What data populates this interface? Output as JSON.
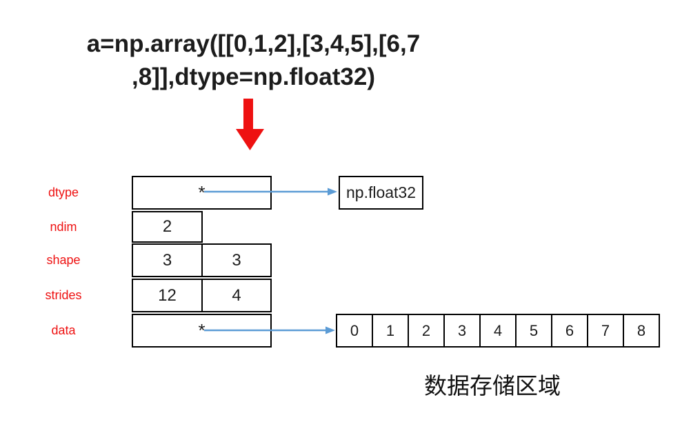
{
  "title": {
    "line1": "a=np.array([[0,1,2],[3,4,5],[6,7",
    "line2": ",8]],dtype=np.float32)"
  },
  "attributes": [
    "dtype",
    "ndim",
    "shape",
    "strides",
    "data"
  ],
  "ndarray_struct": {
    "dtype_pointer": "*",
    "ndim": "2",
    "shape": [
      "3",
      "3"
    ],
    "strides": [
      "12",
      "4"
    ],
    "data_pointer": "*"
  },
  "dtype_target": {
    "label": "np.float32"
  },
  "memory": {
    "cells": [
      "0",
      "1",
      "2",
      "3",
      "4",
      "5",
      "6",
      "7",
      "8"
    ],
    "caption": "数据存储区域"
  },
  "colors": {
    "label_red": "#ee1111",
    "arrow_red": "#ee1111",
    "arrow_blue": "#5b9bd5",
    "border_black": "#000000",
    "text_black": "#1c1c1c"
  }
}
